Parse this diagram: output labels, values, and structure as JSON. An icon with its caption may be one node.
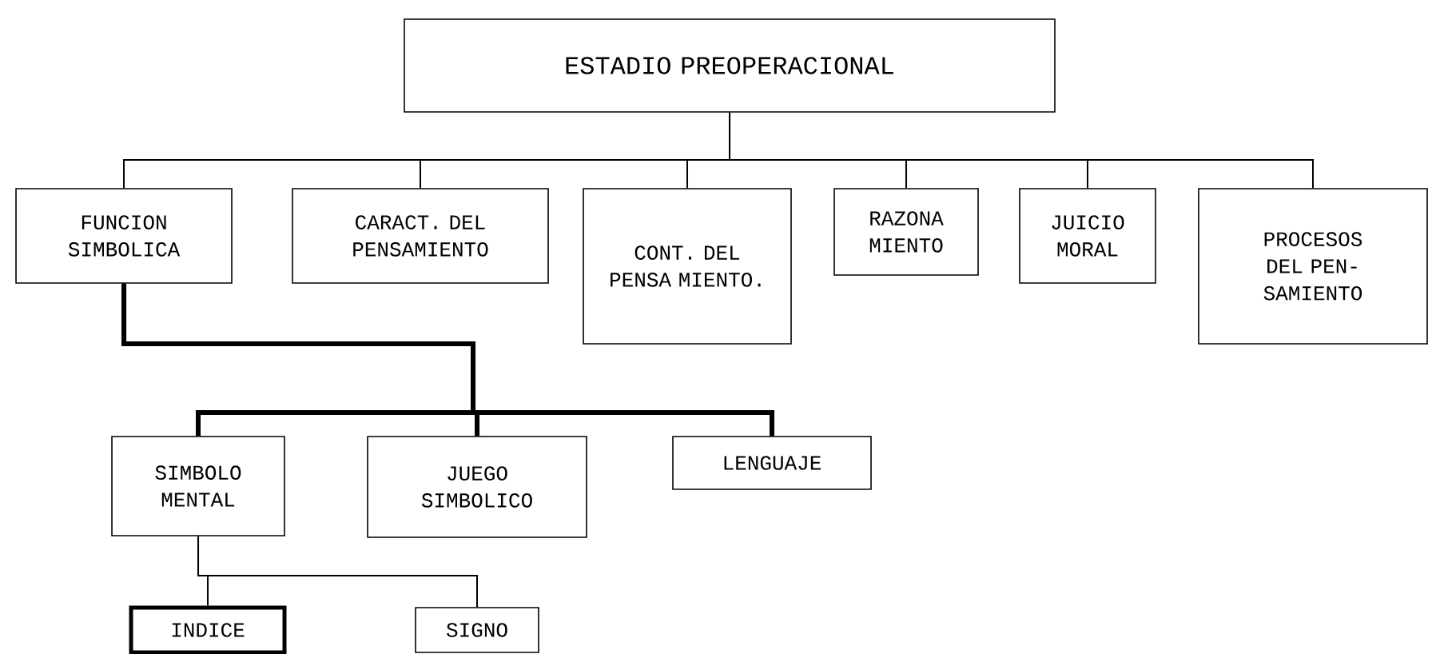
{
  "diagram": {
    "nodes": [
      {
        "text": [
          "ESTADIO PREOPERACIONAL"
        ]
      },
      {
        "text": [
          "FUNCION SIMBOLICA"
        ]
      },
      {
        "text": [
          "CARACT. DEL PENSAMIENTO"
        ]
      },
      {
        "text": [
          "CONT. DEL PENSA MIENTO."
        ]
      },
      {
        "text": [
          "RAZONA MIENTO"
        ]
      },
      {
        "text": [
          "JUICIO MORAL"
        ]
      },
      {
        "text": [
          "PROCESOS DEL PEN- SAMIENTO"
        ]
      },
      {
        "text": [
          "SIMBOLO MENTAL"
        ]
      },
      {
        "text": [
          "JUEGO SIMBOLICO"
        ]
      },
      {
        "text": [
          "LENGUAJE"
        ]
      },
      {
        "text": [
          "INDICE"
        ]
      },
      {
        "text": [
          "SIGNO"
        ]
      }
    ],
    "edges": [
      {
        "from": 0,
        "to": 1,
        "arrow": "none"
      },
      {
        "from": 0,
        "to": 2,
        "arrow": "none"
      },
      {
        "from": 0,
        "to": 3,
        "arrow": "none"
      },
      {
        "from": 0,
        "to": 4,
        "arrow": "none"
      },
      {
        "from": 0,
        "to": 5,
        "arrow": "none"
      },
      {
        "from": 0,
        "to": 6,
        "arrow": "none"
      },
      {
        "from": 1,
        "to": 7,
        "arrow": "none",
        "style": "thick"
      },
      {
        "from": 1,
        "to": 8,
        "arrow": "none",
        "style": "thick"
      },
      {
        "from": 1,
        "to": 9,
        "arrow": "none",
        "style": "thick"
      },
      {
        "from": 7,
        "to": 10,
        "arrow": "none"
      },
      {
        "from": 7,
        "to": 11,
        "arrow": "none"
      }
    ]
  }
}
